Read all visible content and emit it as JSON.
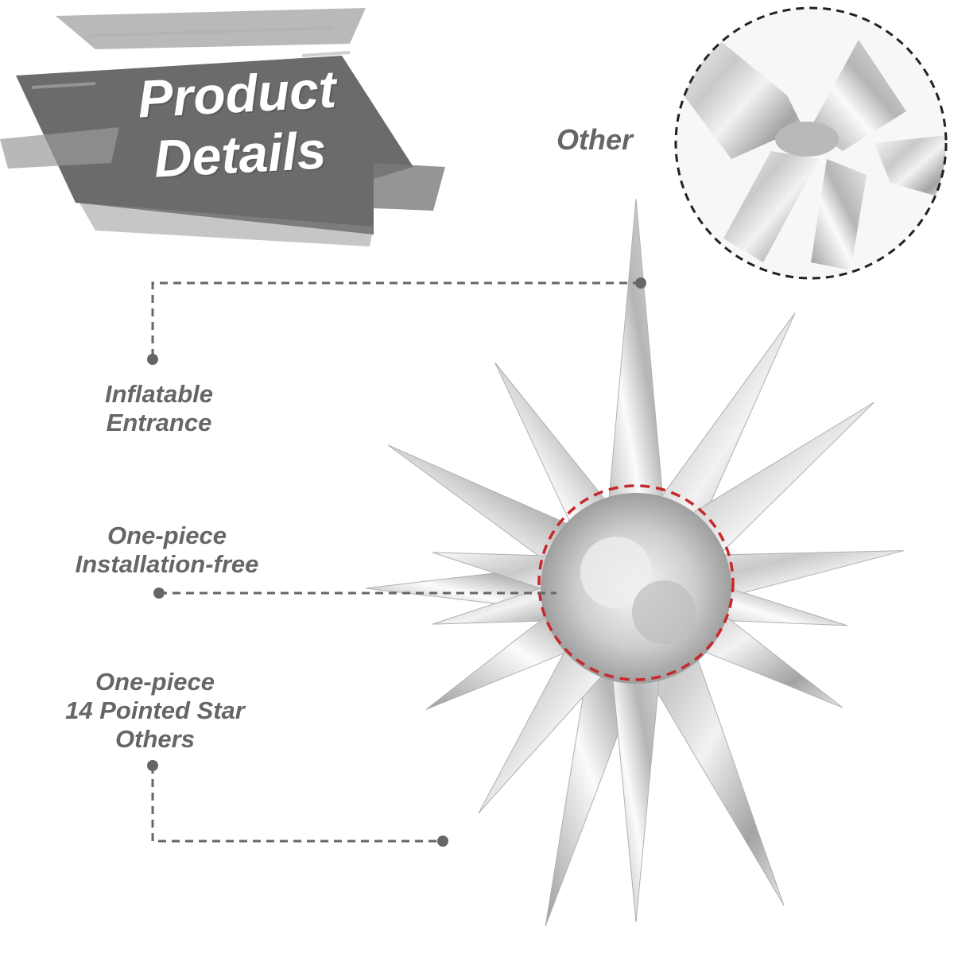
{
  "banner": {
    "title_line1": "Product",
    "title_line2": "Details",
    "color": "#6b6b6b"
  },
  "inset": {
    "label": "Other"
  },
  "callouts": [
    {
      "lines": [
        "Inflatable",
        "Entrance"
      ]
    },
    {
      "lines": [
        "One-piece",
        "Installation-free"
      ]
    },
    {
      "lines": [
        "One-piece",
        "14 Pointed Star",
        "Others"
      ]
    }
  ],
  "colors": {
    "label_text": "#666666",
    "dashed_line": "#666666",
    "highlight_circle": "#c8282b",
    "foil_light": "#f4f4f4",
    "foil_dark": "#9a9a9a"
  }
}
